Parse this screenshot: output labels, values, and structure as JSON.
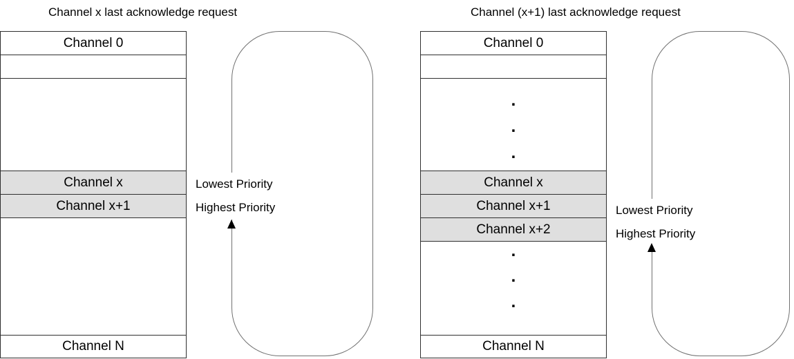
{
  "left_diagram": {
    "title": "Channel x last acknowledge request",
    "table": {
      "row_channel_0": "Channel 0",
      "row_channel_x": "Channel x",
      "row_channel_x1": "Channel x+1",
      "row_channel_n": "Channel N"
    },
    "priority_labels": {
      "lowest": "Lowest Priority",
      "highest": "Highest Priority"
    }
  },
  "right_diagram": {
    "title": "Channel (x+1) last acknowledge request",
    "table": {
      "row_channel_0": "Channel 0",
      "row_channel_x": "Channel x",
      "row_channel_x1": "Channel x+1",
      "row_channel_x2": "Channel x+2",
      "row_channel_n": "Channel N"
    },
    "ellipsis": [
      ".",
      ".",
      ".",
      ".",
      ".",
      "."
    ],
    "priority_labels": {
      "lowest": "Lowest Priority",
      "highest": "Highest Priority"
    }
  },
  "colors": {
    "row_shaded": "#dfdfdf",
    "table_border": "#2e2e2e",
    "loop_line": "#707070"
  }
}
